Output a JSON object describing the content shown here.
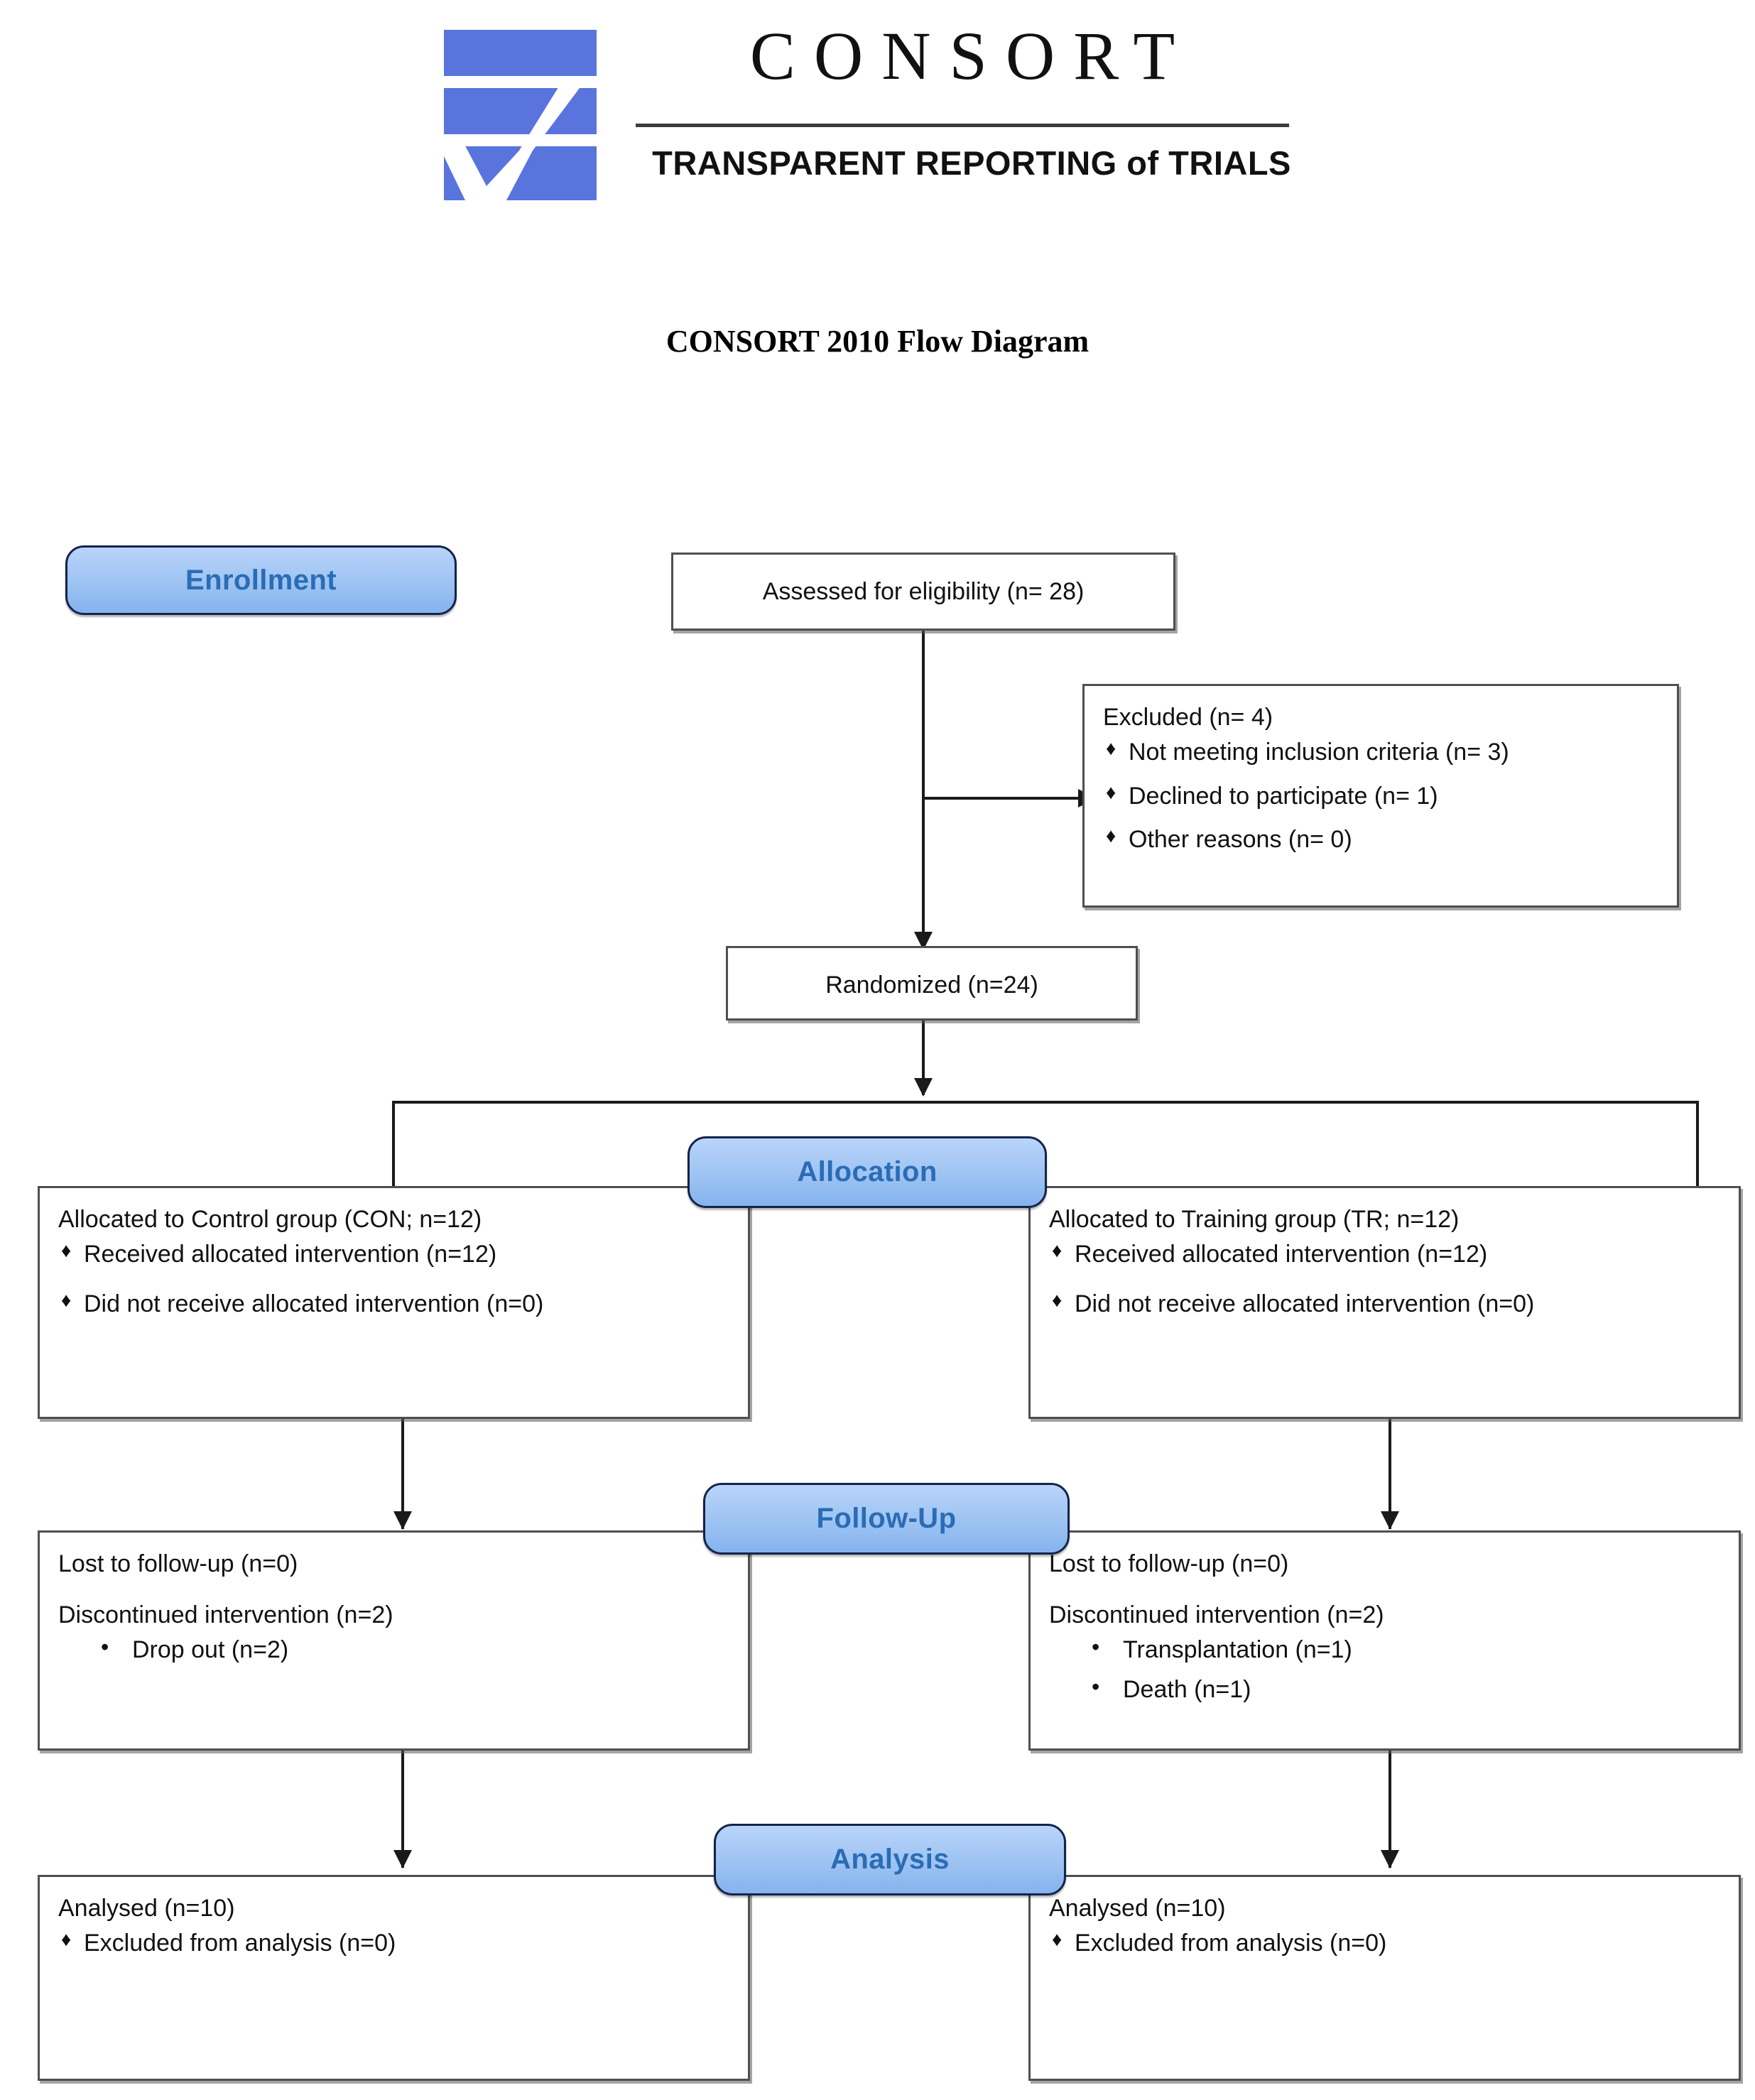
{
  "header": {
    "logo_wordmark": "CONSORT",
    "logo_tagline": "TRANSPARENT REPORTING of TRIALS",
    "logo_icon": "consort-checkmark-logo",
    "brand_color": "#5a74de"
  },
  "page_title": "CONSORT 2010 Flow Diagram",
  "stages": {
    "enrollment": "Enrollment",
    "allocation": "Allocation",
    "followup": "Follow-Up",
    "analysis": "Analysis"
  },
  "stage_badge_color": "#9dc3f2",
  "stage_text_color": "#2a6cb5",
  "boxes": {
    "assessed": {
      "text": "Assessed for eligibility (n= 28)"
    },
    "excluded": {
      "heading": "Excluded  (n= 4)",
      "items": [
        "Not meeting inclusion criteria (n=  3)",
        "Declined to participate (n= 1)",
        "Other reasons (n= 0)"
      ]
    },
    "randomized": {
      "text": "Randomized (n=24)"
    },
    "allocation_left": {
      "heading": "Allocated to Control group (CON; n=12)",
      "items": [
        "Received allocated intervention (n=12)",
        "Did not receive allocated intervention (n=0)"
      ]
    },
    "allocation_right": {
      "heading": "Allocated to Training group (TR; n=12)",
      "items": [
        "Received allocated intervention (n=12)",
        "Did not receive allocated intervention (n=0)"
      ]
    },
    "followup_left": {
      "line1": "Lost to follow-up (n=0)",
      "line2": "Discontinued intervention (n=2)",
      "items": [
        "Drop out (n=2)"
      ]
    },
    "followup_right": {
      "line1": "Lost to follow-up (n=0)",
      "line2": "Discontinued intervention (n=2)",
      "items": [
        "Transplantation (n=1)",
        "Death (n=1)"
      ]
    },
    "analysis_left": {
      "heading": "Analysed  (n=10)",
      "items": [
        "Excluded from analysis (n=0)"
      ]
    },
    "analysis_right": {
      "heading": "Analysed  (n=10)",
      "items": [
        "Excluded from analysis (n=0)"
      ]
    }
  }
}
